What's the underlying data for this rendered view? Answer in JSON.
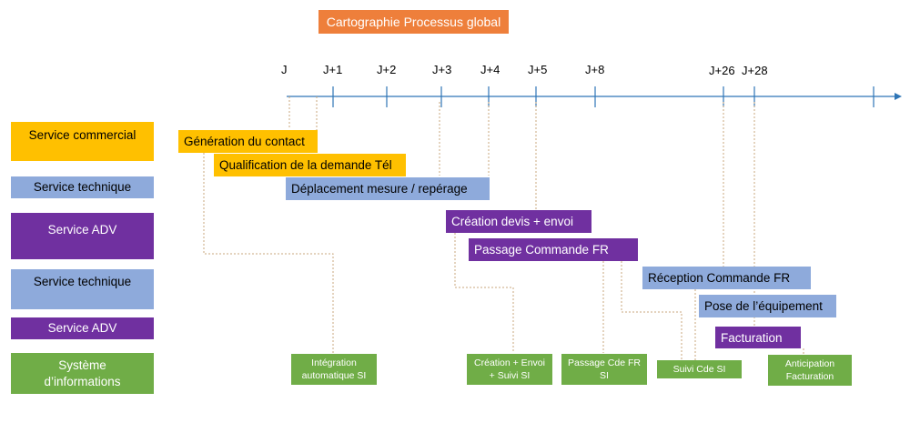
{
  "title": "Cartographie Processus global",
  "timeline": [
    "J",
    "J+1",
    "J+2",
    "J+3",
    "J+4",
    "J+5",
    "J+8",
    "J+26",
    "J+28"
  ],
  "lanes": [
    "Service commercial",
    "Service technique",
    "Service ADV",
    "Service technique",
    "Service ADV",
    "Système\nd’informations"
  ],
  "tasks": [
    "Génération du contact",
    "Qualification de la demande Tél",
    "Déplacement mesure / repérage",
    "Création devis + envoi",
    "Passage Commande FR",
    "Réception Commande FR",
    "Pose de l’équipement",
    "Facturation"
  ],
  "si": [
    "Intégration\nautomatique SI",
    "Création + Envoi\n+ Suivi SI",
    "Passage Cde FR\nSI",
    "Suivi Cde SI",
    "Anticipation\nFacturation"
  ],
  "colors": {
    "title": "#ee7f3b",
    "commercial": "#ffc000",
    "technique": "#8eaadb",
    "adv": "#7030a0",
    "si": "#70ad47",
    "axis": "#2e75b6",
    "connector": "#c9a77d"
  }
}
